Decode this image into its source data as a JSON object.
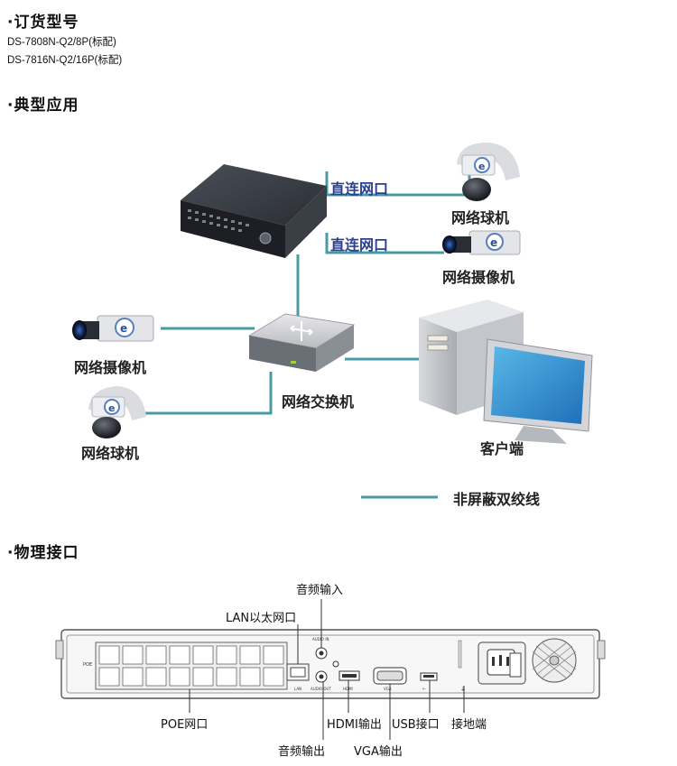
{
  "sections": {
    "order_title": "订货型号",
    "models": [
      "DS-7808N-Q2/8P(标配)",
      "DS-7816N-Q2/16P(标配)"
    ],
    "application_title": "典型应用",
    "interface_title": "物理接口"
  },
  "diagram": {
    "direct_port_1": "直连网口",
    "direct_port_2": "直连网口",
    "dome_camera_right": "网络球机",
    "box_camera_right": "网络摄像机",
    "box_camera_left": "网络摄像机",
    "dome_camera_left": "网络球机",
    "switch_label": "网络交换机",
    "client_label": "客户端",
    "legend_label": "非屏蔽双绞线",
    "line_color": "#4a9aa5"
  },
  "rear_panel": {
    "audio_in": "音频输入",
    "lan": "LAN以太网口",
    "poe": "POE网口",
    "hdmi": "HDMI输出",
    "usb": "USB接口",
    "ground": "接地端",
    "audio_out": "音频输出",
    "vga": "VGA输出"
  }
}
